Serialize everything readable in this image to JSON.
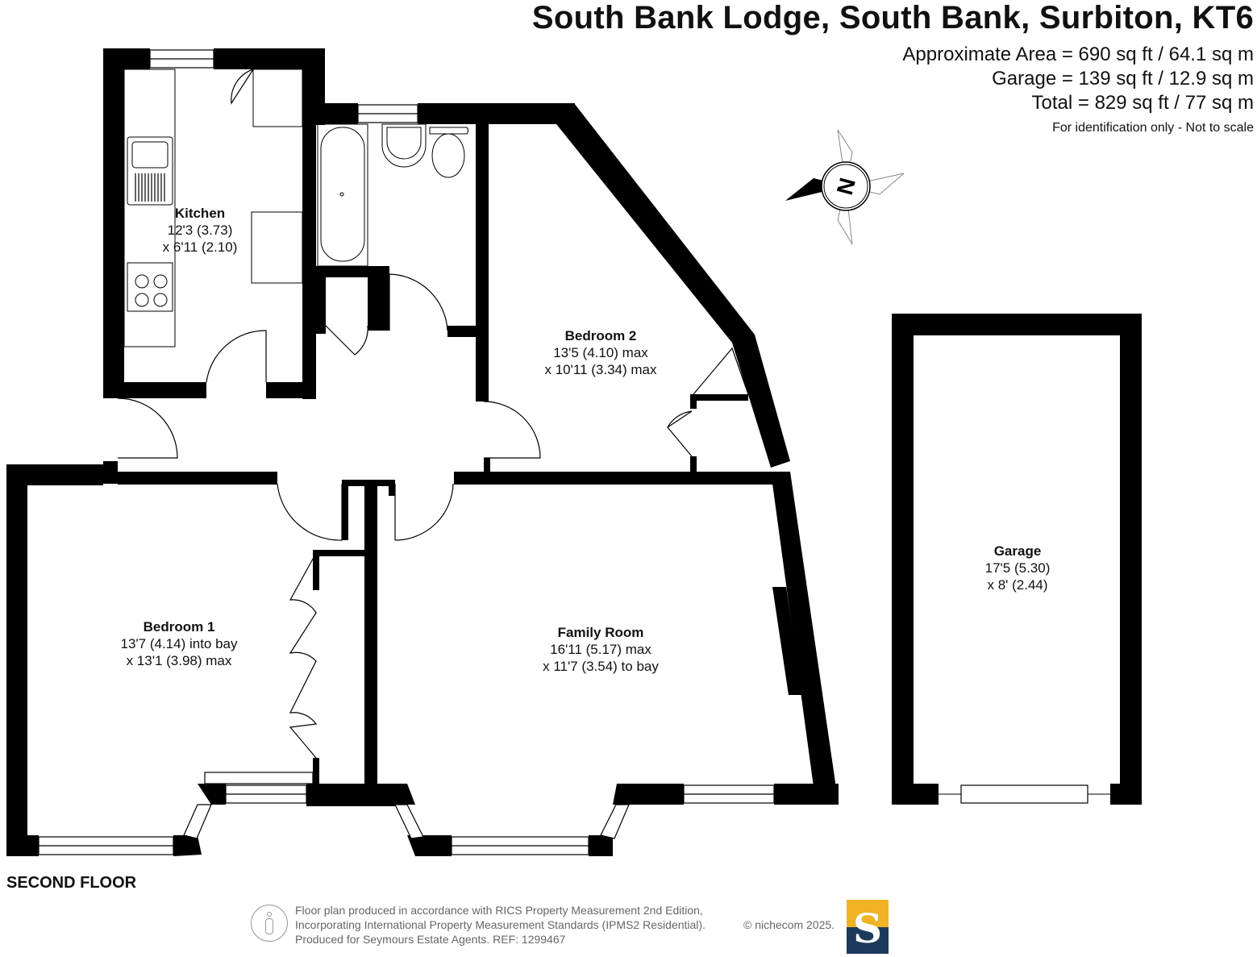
{
  "header": {
    "title": "South Bank Lodge, South Bank, Surbiton, KT6",
    "area_approx": "Approximate Area = 690 sq ft / 64.1 sq m",
    "area_garage": "Garage = 139 sq ft / 12.9 sq m",
    "area_total": "Total = 829 sq ft / 77 sq m",
    "disclaimer": "For identification only - Not to scale"
  },
  "compass": {
    "letter": "N",
    "icon": "compass-rose-icon"
  },
  "rooms": {
    "kitchen": {
      "name": "Kitchen",
      "dim1": "12'3 (3.73)",
      "dim2": "x 6'11 (2.10)"
    },
    "bedroom2": {
      "name": "Bedroom 2",
      "dim1": "13'5 (4.10) max",
      "dim2": "x 10'11 (3.34) max"
    },
    "bedroom1": {
      "name": "Bedroom 1",
      "dim1": "13'7 (4.14) into bay",
      "dim2": "x 13'1 (3.98) max"
    },
    "family": {
      "name": "Family Room",
      "dim1": "16'11 (5.17) max",
      "dim2": "x 11'7 (3.54) to bay"
    },
    "garage": {
      "name": "Garage",
      "dim1": "17'5 (5.30)",
      "dim2": "x 8' (2.44)"
    }
  },
  "floor_label": "SECOND FLOOR",
  "footer": {
    "line1": "Floor plan produced in accordance with RICS Property Measurement 2nd Edition,",
    "line2": "Incorporating International Property Measurement Standards (IPMS2 Residential).",
    "line3": "Produced for Seymours Estate Agents.   REF: 1299467",
    "copyright": "© nichecom 2025.",
    "logo_letter": "S",
    "logo_colors": {
      "top": "#f0b323",
      "bottom": "#1c3a5b"
    }
  }
}
